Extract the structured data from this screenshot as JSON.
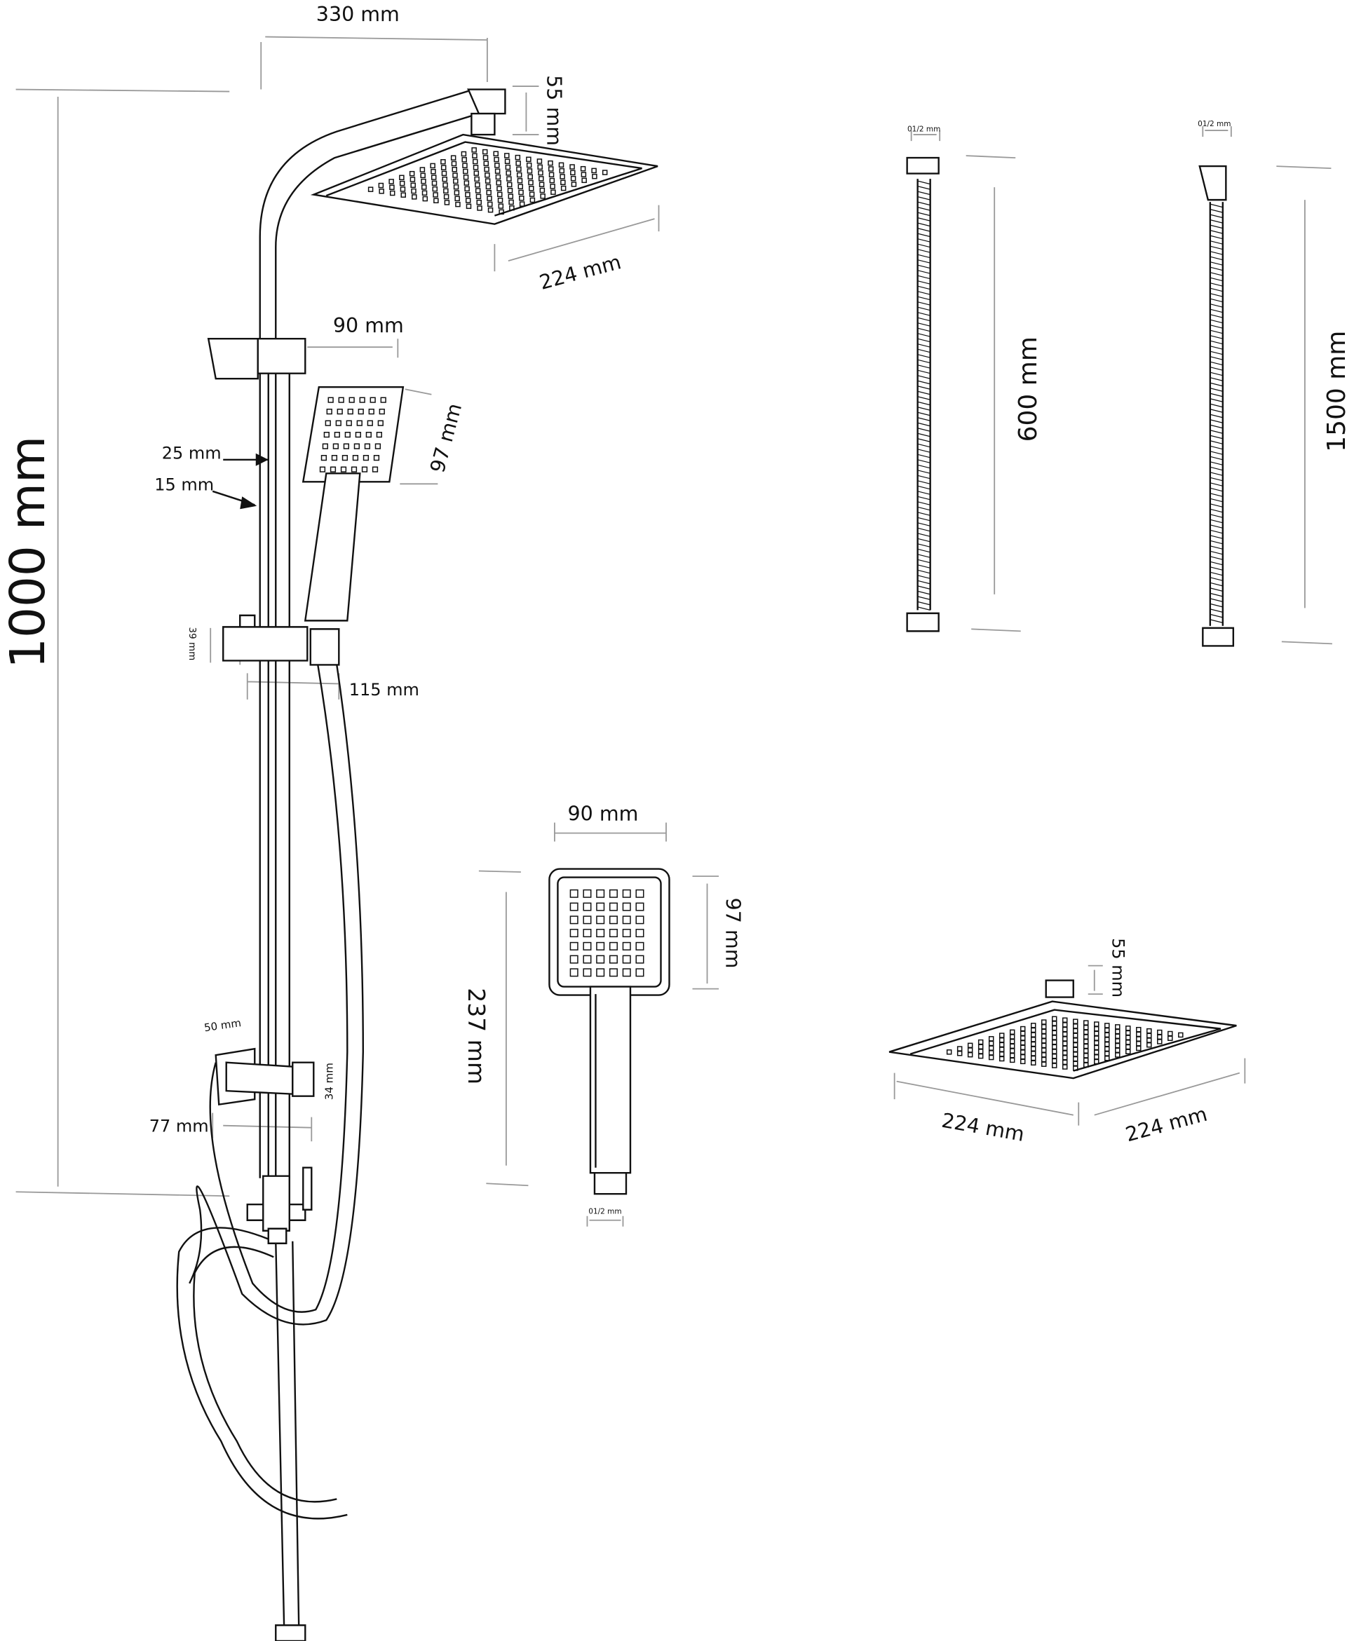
{
  "title": "Shower system dimension drawing",
  "labels": {
    "arm_width": "330 mm",
    "arm_connector": "55 mm",
    "rain_head_side": "224 mm",
    "hand_head_width": "90 mm",
    "hand_head_height": "97 mm",
    "outer_tube": "25 mm",
    "inner_tube": "15 mm",
    "total_height": "1000 mm",
    "slider_height": "39 mm",
    "slider_depth": "115 mm",
    "bracket_width": "50 mm",
    "bracket_height": "34 mm",
    "bracket_depth": "77 mm",
    "hose_short": "600 mm",
    "hose_long": "1500 mm",
    "hose_short_thread": "01/2 mm",
    "hose_long_thread": "01/2 mm",
    "hand_front_width": "90 mm",
    "hand_front_head": "97 mm",
    "hand_front_length": "237 mm",
    "hand_front_thread": "01/2 mm",
    "rain_front_connector": "55 mm",
    "rain_front_side_a": "224 mm",
    "rain_front_side_b": "224 mm"
  }
}
